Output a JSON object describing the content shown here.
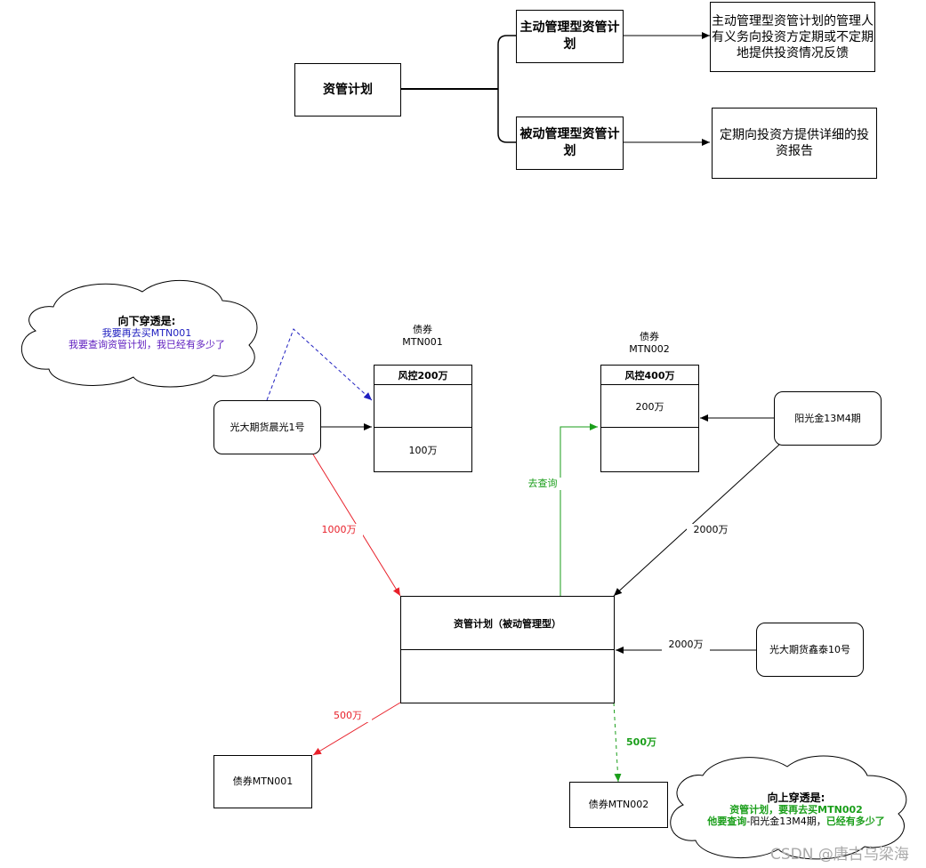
{
  "top": {
    "root": "资管计划",
    "active": "主动管理型资管计划",
    "passive": "被动管理型资管计划",
    "active_note": "主动管理型资管计划的管理人有义务向投资方定期或不定期地提供投资情况反馈",
    "passive_note": "定期向投资方提供详细的投资报告"
  },
  "cloud_down": {
    "title": "向下穿透是:",
    "line1": "我要再去买MTN001",
    "line2": "我要查询资管计划，我已经有多少了"
  },
  "cloud_up": {
    "title": "向上穿透是:",
    "line1": "资管计划，要再去买MTN002",
    "line2_a": "他要查询",
    "line2_b": "-阳光金13M4期，",
    "line2_c": "已经有多少了"
  },
  "bond1": {
    "caption1": "债券",
    "caption2": "MTN001",
    "header": "风控200万",
    "row2": "100万"
  },
  "bond2": {
    "caption1": "债券",
    "caption2": "MTN002",
    "header": "风控400万",
    "row1": "200万"
  },
  "nodes": {
    "everbright_chen": "光大期货晨光1号",
    "yangguang": "阳光金13M4期",
    "plan": "资管计划（被动管理型）",
    "everbright_xin": "光大期货鑫泰10号",
    "out_mtn001": "债券MTN001",
    "out_mtn002": "债券MTN002"
  },
  "edges": {
    "e1000": "1000万",
    "query": "去查询",
    "e2000a": "2000万",
    "e2000b": "2000万",
    "e500red": "500万",
    "e500green": "500万"
  },
  "watermark": "CSDN @唐古乌梁海",
  "colors": {
    "red": "#e8202a",
    "green": "#1a9e1a",
    "blue": "#2020c0",
    "purple": "#6020c0"
  }
}
